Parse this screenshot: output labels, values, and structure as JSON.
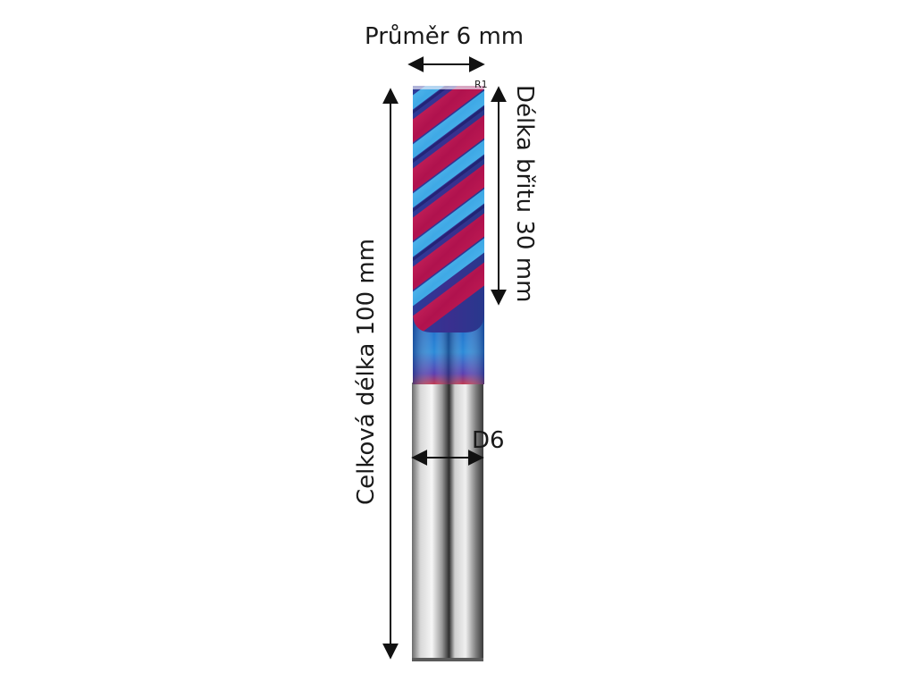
{
  "labels": {
    "diameter": "Průměr  6 mm",
    "flute_length": "Délka břitu  30 mm",
    "overall_length": "Celková délka 100 mm",
    "shank": "D6",
    "corner_radius": "R1"
  },
  "colors": {
    "shank_light": "#f2f2f2",
    "shank_dark": "#2b2b2b",
    "coating_blue": "#1f6fd1",
    "coating_cyan": "#5ad0f0",
    "coating_magenta": "#c2185b",
    "coating_red": "#d23a55",
    "arrow": "#111111"
  }
}
